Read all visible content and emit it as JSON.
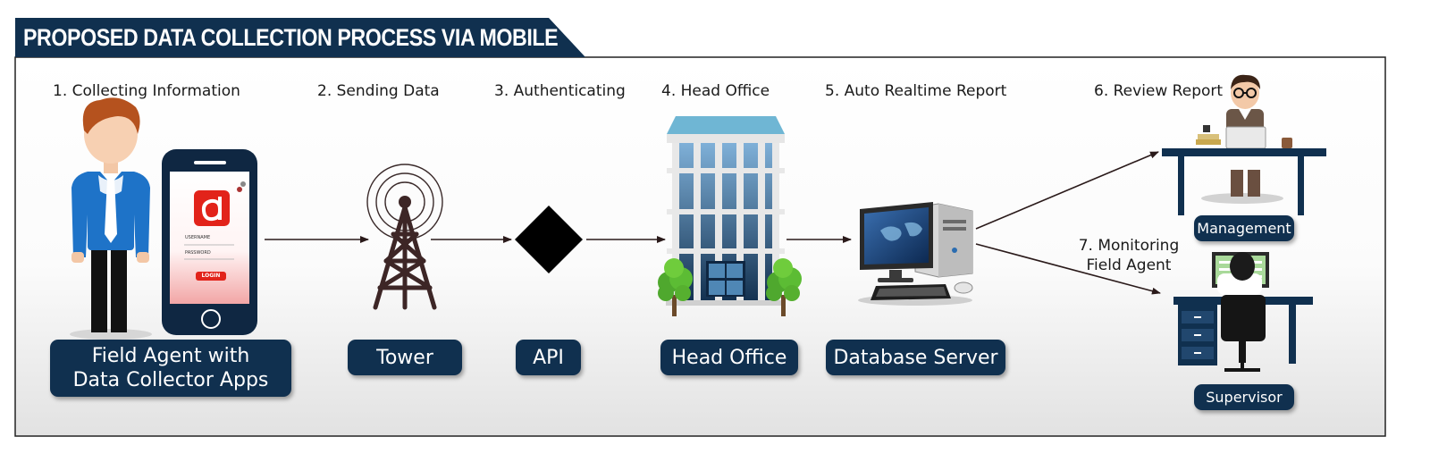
{
  "title": "PROPOSED DATA COLLECTION PROCESS VIA MOBILE",
  "steps": [
    "1. Collecting Information",
    "2. Sending Data",
    "3. Authenticating",
    "4. Head Office",
    "5. Auto Realtime Report",
    "6. Review Report",
    "7. Monitoring\nField Agent"
  ],
  "nodes": {
    "field_agent": "Field Agent with\nData Collector Apps",
    "tower": "Tower",
    "api": "API",
    "head_office": "Head Office",
    "database_server": "Database Server",
    "management": "Management",
    "supervisor": "Supervisor"
  },
  "phone": {
    "username_label": "USERNAME",
    "password_label": "PASSWORD",
    "login_label": "LOGIN"
  },
  "colors": {
    "navy": "#10304f",
    "arrow": "#2a1a1a",
    "app_red": "#e2231a"
  }
}
